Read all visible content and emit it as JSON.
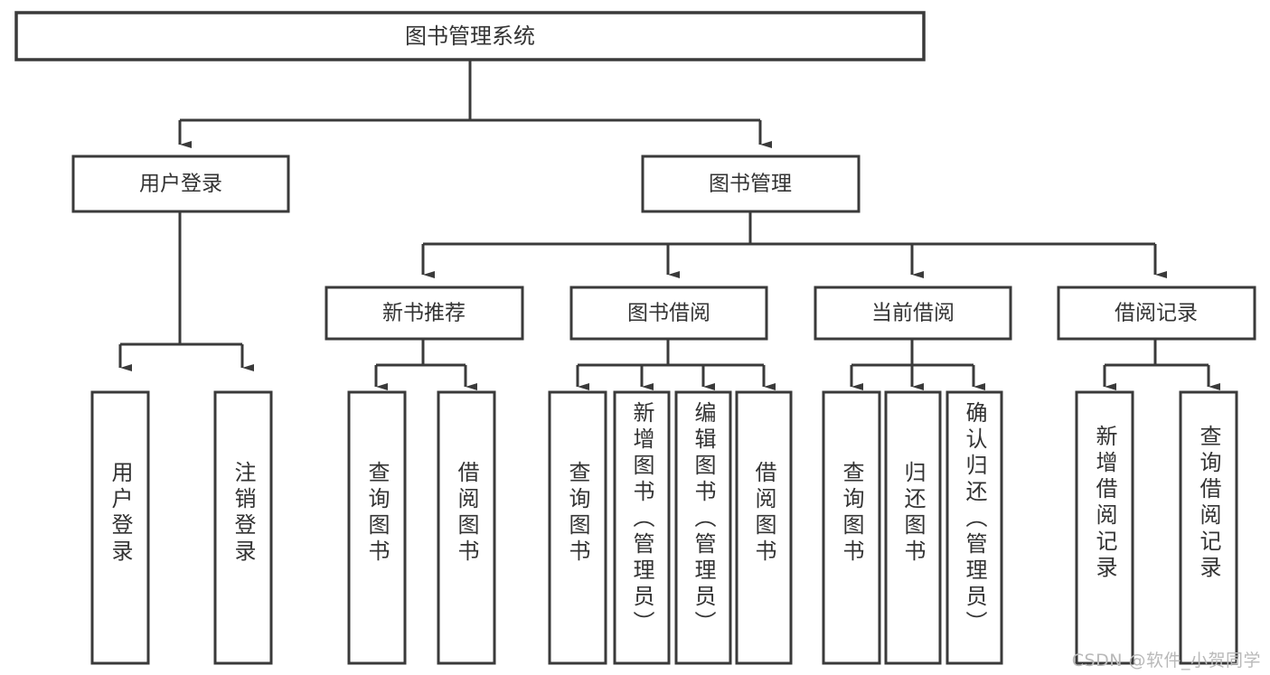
{
  "diagram": {
    "type": "tree-hierarchy",
    "title": "图书管理系统",
    "orientation": "top-down",
    "background_color": "#ffffff",
    "box_fill": "#ffffff",
    "line_color": "#3a3a3a",
    "text_color": "#333333",
    "root": {
      "label": "图书管理系统"
    },
    "level2": [
      {
        "label": "用户登录"
      },
      {
        "label": "图书管理"
      }
    ],
    "level3": [
      {
        "label": "新书推荐"
      },
      {
        "label": "图书借阅"
      },
      {
        "label": "当前借阅"
      },
      {
        "label": "借阅记录"
      }
    ],
    "leaves": {
      "user_login": [
        {
          "label": "用户登录"
        },
        {
          "label": "注销登录"
        }
      ],
      "new_book_recommend": [
        {
          "label": "查询图书"
        },
        {
          "label": "借阅图书"
        }
      ],
      "book_borrow": [
        {
          "label": "查询图书"
        },
        {
          "label": "新增图书（管理员）"
        },
        {
          "label": "编辑图书（管理员）"
        },
        {
          "label": "借阅图书"
        }
      ],
      "current_borrow": [
        {
          "label": "查询图书"
        },
        {
          "label": "归还图书"
        },
        {
          "label": "确认归还（管理员）"
        }
      ],
      "borrow_records": [
        {
          "label": "新增借阅记录"
        },
        {
          "label": "查询借阅记录"
        }
      ]
    }
  },
  "watermark": {
    "text": "CSDN @软件_小贺同学"
  }
}
